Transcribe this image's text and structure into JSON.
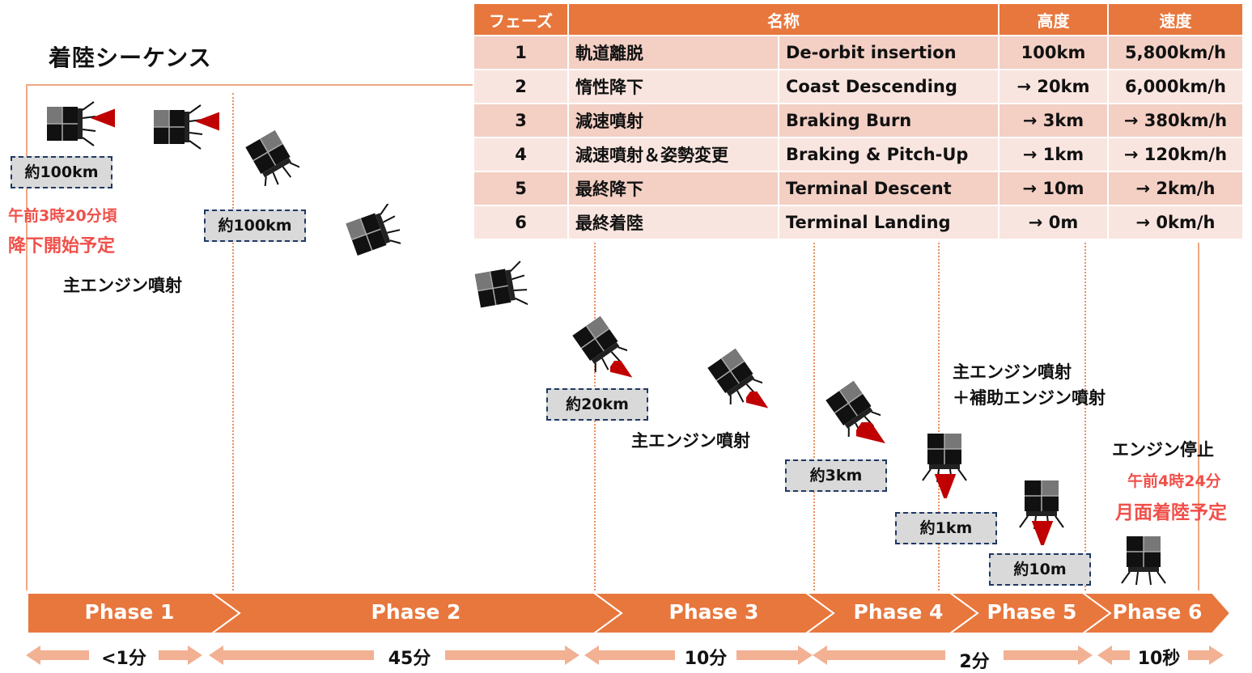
{
  "title": "着陸シーケンス",
  "table": {
    "headers": [
      "フェーズ",
      "名称",
      "高度",
      "速度"
    ],
    "rows": [
      {
        "phase": "1",
        "jp": "軌道離脱",
        "en": "De-orbit insertion",
        "alt": "100km",
        "speed": "5,800km/h"
      },
      {
        "phase": "2",
        "jp": "惰性降下",
        "en": "Coast Descending",
        "alt": "→ 20km",
        "speed": "6,000km/h"
      },
      {
        "phase": "3",
        "jp": "減速噴射",
        "en": "Braking Burn",
        "alt": "→ 3km",
        "speed": "→ 380km/h"
      },
      {
        "phase": "4",
        "jp": "減速噴射＆姿勢変更",
        "en": "Braking & Pitch-Up",
        "alt": "→ 1km",
        "speed": "→ 120km/h"
      },
      {
        "phase": "5",
        "jp": "最終降下",
        "en": "Terminal Descent",
        "alt": "→ 10m",
        "speed": "→ 2km/h"
      },
      {
        "phase": "6",
        "jp": "最終着陸",
        "en": "Terminal Landing",
        "alt": "→ 0m",
        "speed": "→ 0km/h"
      }
    ]
  },
  "altitude_boxes": [
    "約100km",
    "約100km",
    "約20km",
    "約3km",
    "約1km",
    "約10m"
  ],
  "start_time": "午前3時20分頃",
  "start_note": "降下開始予定",
  "labels": {
    "main_engine_1": "主エンジン噴射",
    "main_engine_2": "主エンジン噴射",
    "main_engine_3": "主エンジン噴射",
    "aux_engine": "＋補助エンジン噴射",
    "engine_stop": "エンジン停止"
  },
  "landing_time": "午前4時24分",
  "landing_note": "月面着陸予定",
  "phases": [
    "Phase 1",
    "Phase 2",
    "Phase 3",
    "Phase 4",
    "Phase 5",
    "Phase 6"
  ],
  "durations": [
    "<1分",
    "45分",
    "10分",
    "2分",
    "10秒"
  ],
  "colors": {
    "accent": "#e8773d",
    "row_dark": "#f3cfc4",
    "row_light": "#f9e5df",
    "red": "#c00000",
    "red_text": "#f0504a",
    "box_border": "#1f3864"
  },
  "icons": [
    "lander-icon",
    "thrust-arrow-icon"
  ]
}
